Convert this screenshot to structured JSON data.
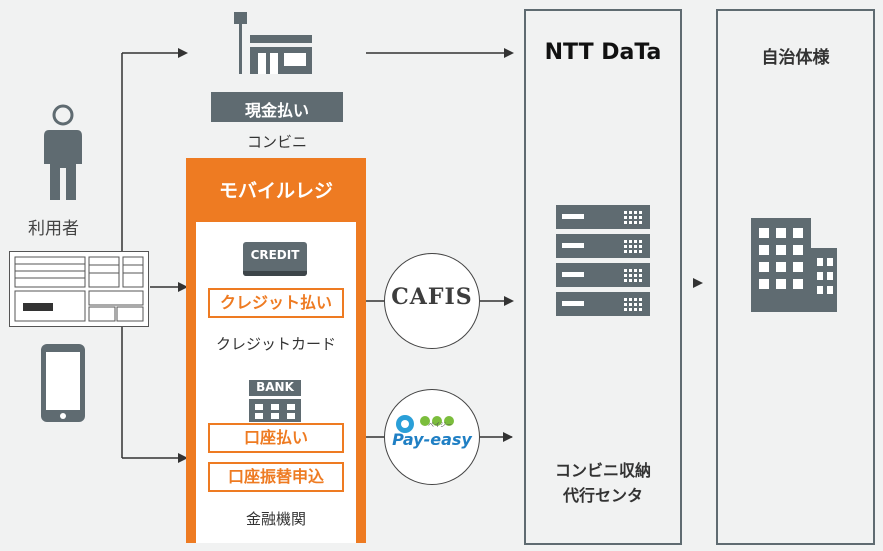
{
  "user": {
    "label": "利用者"
  },
  "convenience": {
    "badge": "現金払い",
    "label": "コンビニ"
  },
  "mobile_register": {
    "title": "モバイルレジ",
    "credit_icon": "CREDIT",
    "credit_pay": "クレジット払い",
    "credit_card_label": "クレジットカード",
    "bank_icon": "BANK",
    "bank_pay": "口座払い",
    "bank_transfer": "口座振替申込",
    "financial_label": "金融機関"
  },
  "cafis": {
    "logo": "CAFIS"
  },
  "payeasy": {
    "logo": "Pay-easy",
    "small": "ペイジー"
  },
  "nttdata": {
    "logo": "NTT DaTa",
    "caption_line1": "コンビニ収納",
    "caption_line2": "代行センタ"
  },
  "government": {
    "title": "自治体様"
  },
  "colors": {
    "accent": "#ee7b22",
    "frame": "#5f6b71",
    "icon": "#5f6b71",
    "background": "#f1f2f2"
  }
}
